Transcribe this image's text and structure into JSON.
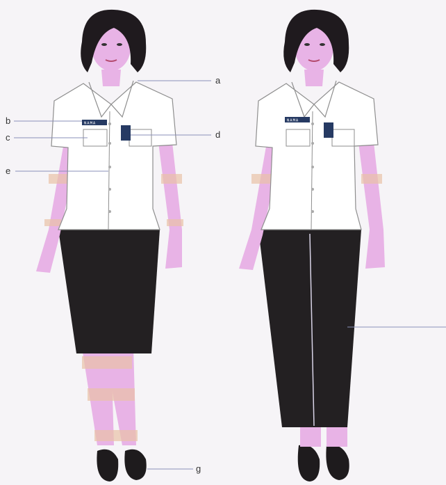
{
  "colors": {
    "skin": "#e8b3e6",
    "skin_band": "#e9c2a6",
    "hair": "#1f1a1e",
    "shirt": "#ffffff",
    "shirt_outline": "#8e8e8e",
    "skirt": "#232022",
    "shoe": "#1e1b1d",
    "badge": "#263a63",
    "leader_line": "#8a8fb8"
  },
  "figures": [
    {
      "id": "skirt-uniform",
      "name_badge": "NAMA"
    },
    {
      "id": "pants-uniform",
      "name_badge": "NAMA"
    }
  ],
  "callouts": [
    {
      "key": "a",
      "label": "a"
    },
    {
      "key": "b",
      "label": "b"
    },
    {
      "key": "c",
      "label": "c"
    },
    {
      "key": "d",
      "label": "d"
    },
    {
      "key": "e",
      "label": "e"
    },
    {
      "key": "g",
      "label": "g"
    }
  ]
}
